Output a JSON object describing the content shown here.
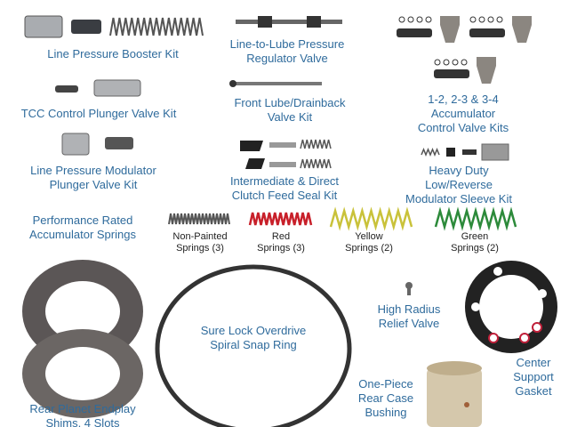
{
  "labels": {
    "line_pressure_booster": "Line Pressure Booster Kit",
    "line_to_lube": "Line-to-Lube Pressure\nRegulator Valve",
    "accumulator_control": "1-2, 2-3 & 3-4 Accumulator\nControl Valve Kits",
    "tcc_control": "TCC Control Plunger Valve Kit",
    "front_lube": "Front Lube/Drainback\nValve Kit",
    "line_pressure_modulator": "Line Pressure Modulator\nPlunger Valve Kit",
    "intermediate_direct": "Intermediate & Direct\nClutch Feed Seal Kit",
    "heavy_duty": "Heavy Duty Low/Reverse\nModulator Sleeve Kit",
    "performance_springs": "Performance Rated\nAccumulator Springs",
    "sure_lock": "Sure Lock Overdrive\nSpiral Snap Ring",
    "high_radius": "High Radius\nRelief Valve",
    "center_support": "Center\nSupport\nGasket",
    "one_piece": "One-Piece\nRear Case\nBushing",
    "rear_planet": "Rear Planet Endplay\nShims, 4 Slots"
  },
  "springs": [
    {
      "label": "Non-Painted\nSprings (3)",
      "color": "#555555"
    },
    {
      "label": "Red\nSprings (3)",
      "color": "#c8202a"
    },
    {
      "label": "Yellow\nSprings (2)",
      "color": "#c9c23a"
    },
    {
      "label": "Green\nSprings (2)",
      "color": "#2c8a3a"
    }
  ],
  "colors": {
    "label": "#2f6b9c"
  }
}
